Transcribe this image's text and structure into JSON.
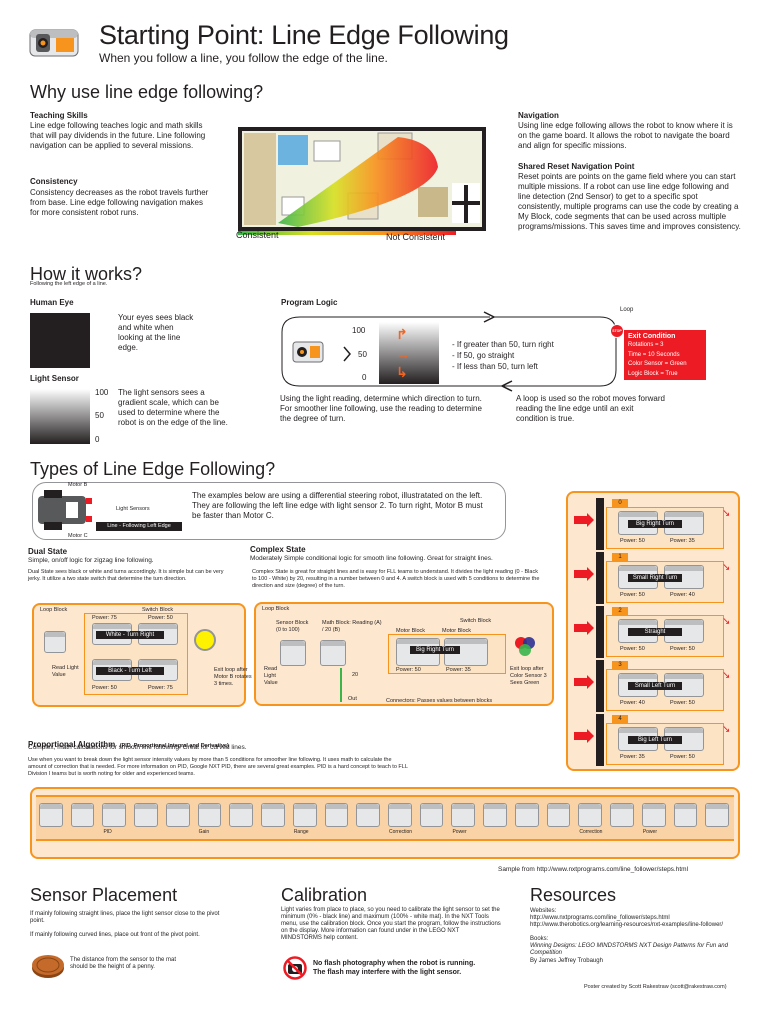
{
  "header": {
    "title": "Starting Point: Line Edge Following",
    "subtitle": "When you follow a line, you follow the edge of the line."
  },
  "why": {
    "heading": "Why use line edge following?",
    "teaching_title": "Teaching Skills",
    "teaching_text": "Line edge following teaches logic and math skills that will pay dividends in the future.  Line following navigation can be applied to several missions.",
    "consistency_title": "Consistency",
    "consistency_text": "Consistency decreases as the robot travels further from base.  Line edge following navigation makes for more consistent robot runs.",
    "consistent_label": "Consistent",
    "not_consistent_label": "Not Consistent",
    "navigation_title": "Navigation",
    "navigation_text": "Using line edge following allows the robot to know where it is on the game board.  It allows the robot to navigate the board and align for specific missions.",
    "reset_title": "Shared Reset Navigation Point",
    "reset_text": "Reset points are points on the game field where you can start multiple missions.  If a robot can use line edge following and line detection (2nd Sensor) to get to a specific spot consistently, multiple programs can use the code by creating a My Block, code segments that can be used across multiple programs/missions. This saves time and improves consistency."
  },
  "how": {
    "heading": "How it works?",
    "subheading": "Following the left edge of a line.",
    "human_eye_title": "Human Eye",
    "human_eye_text": "Your eyes sees black and white when looking at the line edge.",
    "light_sensor_title": "Light Sensor",
    "light_sensor_text": "The light sensors sees a gradient scale, which can be used to determine where the robot is on the edge of the line.",
    "scale": [
      "100",
      "50",
      "0"
    ],
    "program_logic_title": "Program Logic",
    "loop_label": "Loop",
    "logic_scale": [
      "100",
      "50",
      "0"
    ],
    "rules": [
      "- If greater than 50, turn right",
      "- If 50, go straight",
      "- If less than 50, turn left"
    ],
    "stop_label": "STOP",
    "exit_title": "Exit Condition",
    "exit_lines": [
      "Rotations  = 3",
      "Time = 10 Seconds",
      "Color Sensor = Green",
      "Logic Block = True"
    ],
    "reading_text": "Using the light reading, determine which direction to turn.  For smoother line following, use the reading to determine the degree of turn.",
    "loop_text": "A loop is used so the robot moves forward reading the line edge until an exit condition is true."
  },
  "types": {
    "heading": "Types of Line Edge Following?",
    "motor_b": "Motor B",
    "motor_c": "Motor C",
    "light_sensors": "Light Sensors",
    "line_caption": "Line - Following Left Edge",
    "intro": "The examples below are using a differential steering robot, illustratated on the left.  They are following the left line edge with light sensor 2.  To turn right, Motor B must be faster than Motor C.",
    "dual_title": "Dual State",
    "dual_sub": "Simple, on/off logic for zigzag line following.",
    "dual_text": "Dual State sees black or white and turns accordingly.  It is simple but can be very jerky.  It utilize a two state switch that determine the turn direction.",
    "dual_loop": "Loop Block",
    "dual_switch": "Switch Block",
    "dual_power1": "Power: 75",
    "dual_power2": "Power: 50",
    "dual_white": "White - Turn Right",
    "dual_black": "Black - Turn Left",
    "dual_power3": "Power: 50",
    "dual_power4": "Power: 75",
    "dual_read": "Read Light Value",
    "dual_exit": "Exit loop after Motor B rotates 3 times.",
    "complex_title": "Complex State",
    "complex_sub": "Moderately Simple conditional logic for smooth line following.  Great for straight lines.",
    "complex_text": "Complex State is great for straight lines and is easy for FLL teams to understand.  It divides the light reading (0 - Black to 100 - White) by 20, resulting in a number between 0 and 4.  A switch block is used with 5 conditions to determine the direction and size (degree) of the turn.",
    "complex_loop": "Loop Block",
    "complex_sensor": "Sensor Block (0 to 100)",
    "complex_math": "Math Block: Reading (A) / 20 (B)",
    "complex_switch": "Switch Block",
    "complex_motor_b": "Motor Block",
    "complex_motor_c": "Motor Block",
    "complex_big_right": "Big Right Turn",
    "complex_power1": "Power: 50",
    "complex_power2": "Power: 35",
    "complex_read": "Read Light Value",
    "complex_20": "20",
    "complex_out": "Out",
    "complex_exit": "Exit loop after Color Sensor 3 Sees Green",
    "complex_connectors": "Connectors: Passes values between blocks",
    "panel": [
      {
        "num": "0",
        "label": "Big Right Turn",
        "pb": "Power: 50",
        "pc": "Power: 35"
      },
      {
        "num": "1",
        "label": "Small Right Turn",
        "pb": "Power: 50",
        "pc": "Power: 40"
      },
      {
        "num": "2",
        "label": "Straight",
        "pb": "Power: 50",
        "pc": "Power: 50"
      },
      {
        "num": "3",
        "label": "Small Left Turn",
        "pb": "Power: 40",
        "pc": "Power: 50"
      },
      {
        "num": "4",
        "label": "Big Left Turn",
        "pb": "Power: 35",
        "pc": "Power: 50"
      }
    ],
    "prop_title": "Proportional Algorithm",
    "prop_title_small": "(PID, Proportional Integral and Derivative)",
    "prop_sub": "Complex, math calculations for smooth line following.  Great for curved lines.",
    "prop_text": "Use when you want to break down the light sensor intensity values by more than 5 conditions for smoother line following.  It uses math to calculate the amount of correction that is needed.  For more information on PID, Google NXT PID, there are several great examples.  PID is a hard concept to teach to FLL Division I teams but is worth noting for older and experienced teams.",
    "prop_blocks": [
      "PID",
      "Gain",
      "Range",
      "Correction",
      "Power",
      "Correction",
      "Power"
    ],
    "sample": "Sample from http://www.nxtprograms.com/line_follower/steps.html"
  },
  "sensor": {
    "heading": "Sensor Placement",
    "p1": "If mainly following straight lines, place the light sensor close to the pivot point.",
    "p2": "If mainly following curved lines, place out front of the pivot point.",
    "penny": "The distance from the sensor to the mat should be the height of a penny."
  },
  "calibration": {
    "heading": "Calibration",
    "text": "Light varies from place to place, so you need to calibrate the light sensor to set the minimum (0% - black line) and maximum (100% - white mat). In the NXT Tools menu, use the calibration block.  Once you start the program, follow the instructions on the display.  More information can found under in the LEGO NXT MINDSTORMS help content.",
    "flash1": "No flash photography when the robot is running.",
    "flash2": "The flash may interfere with the light sensor."
  },
  "resources": {
    "heading": "Resources",
    "websites": "Websites:",
    "site1": "http://www.nxtprograms.com/line_follower/steps.html",
    "site2": "http://www.therobotics.org/learning-resources/nxt-examples/line-follower/",
    "books": "Books:",
    "book": "Winning Designs: LEGO MINDSTORMS NXT Design Patterns for Fun and Competition",
    "author": "By James Jeffrey Trobaugh",
    "credit": "Poster created by Scott Rakestraw (scott@rakestraw.com)"
  },
  "colors": {
    "accent": "#f7941d",
    "red": "#ed1c24",
    "text": "#231f20"
  }
}
